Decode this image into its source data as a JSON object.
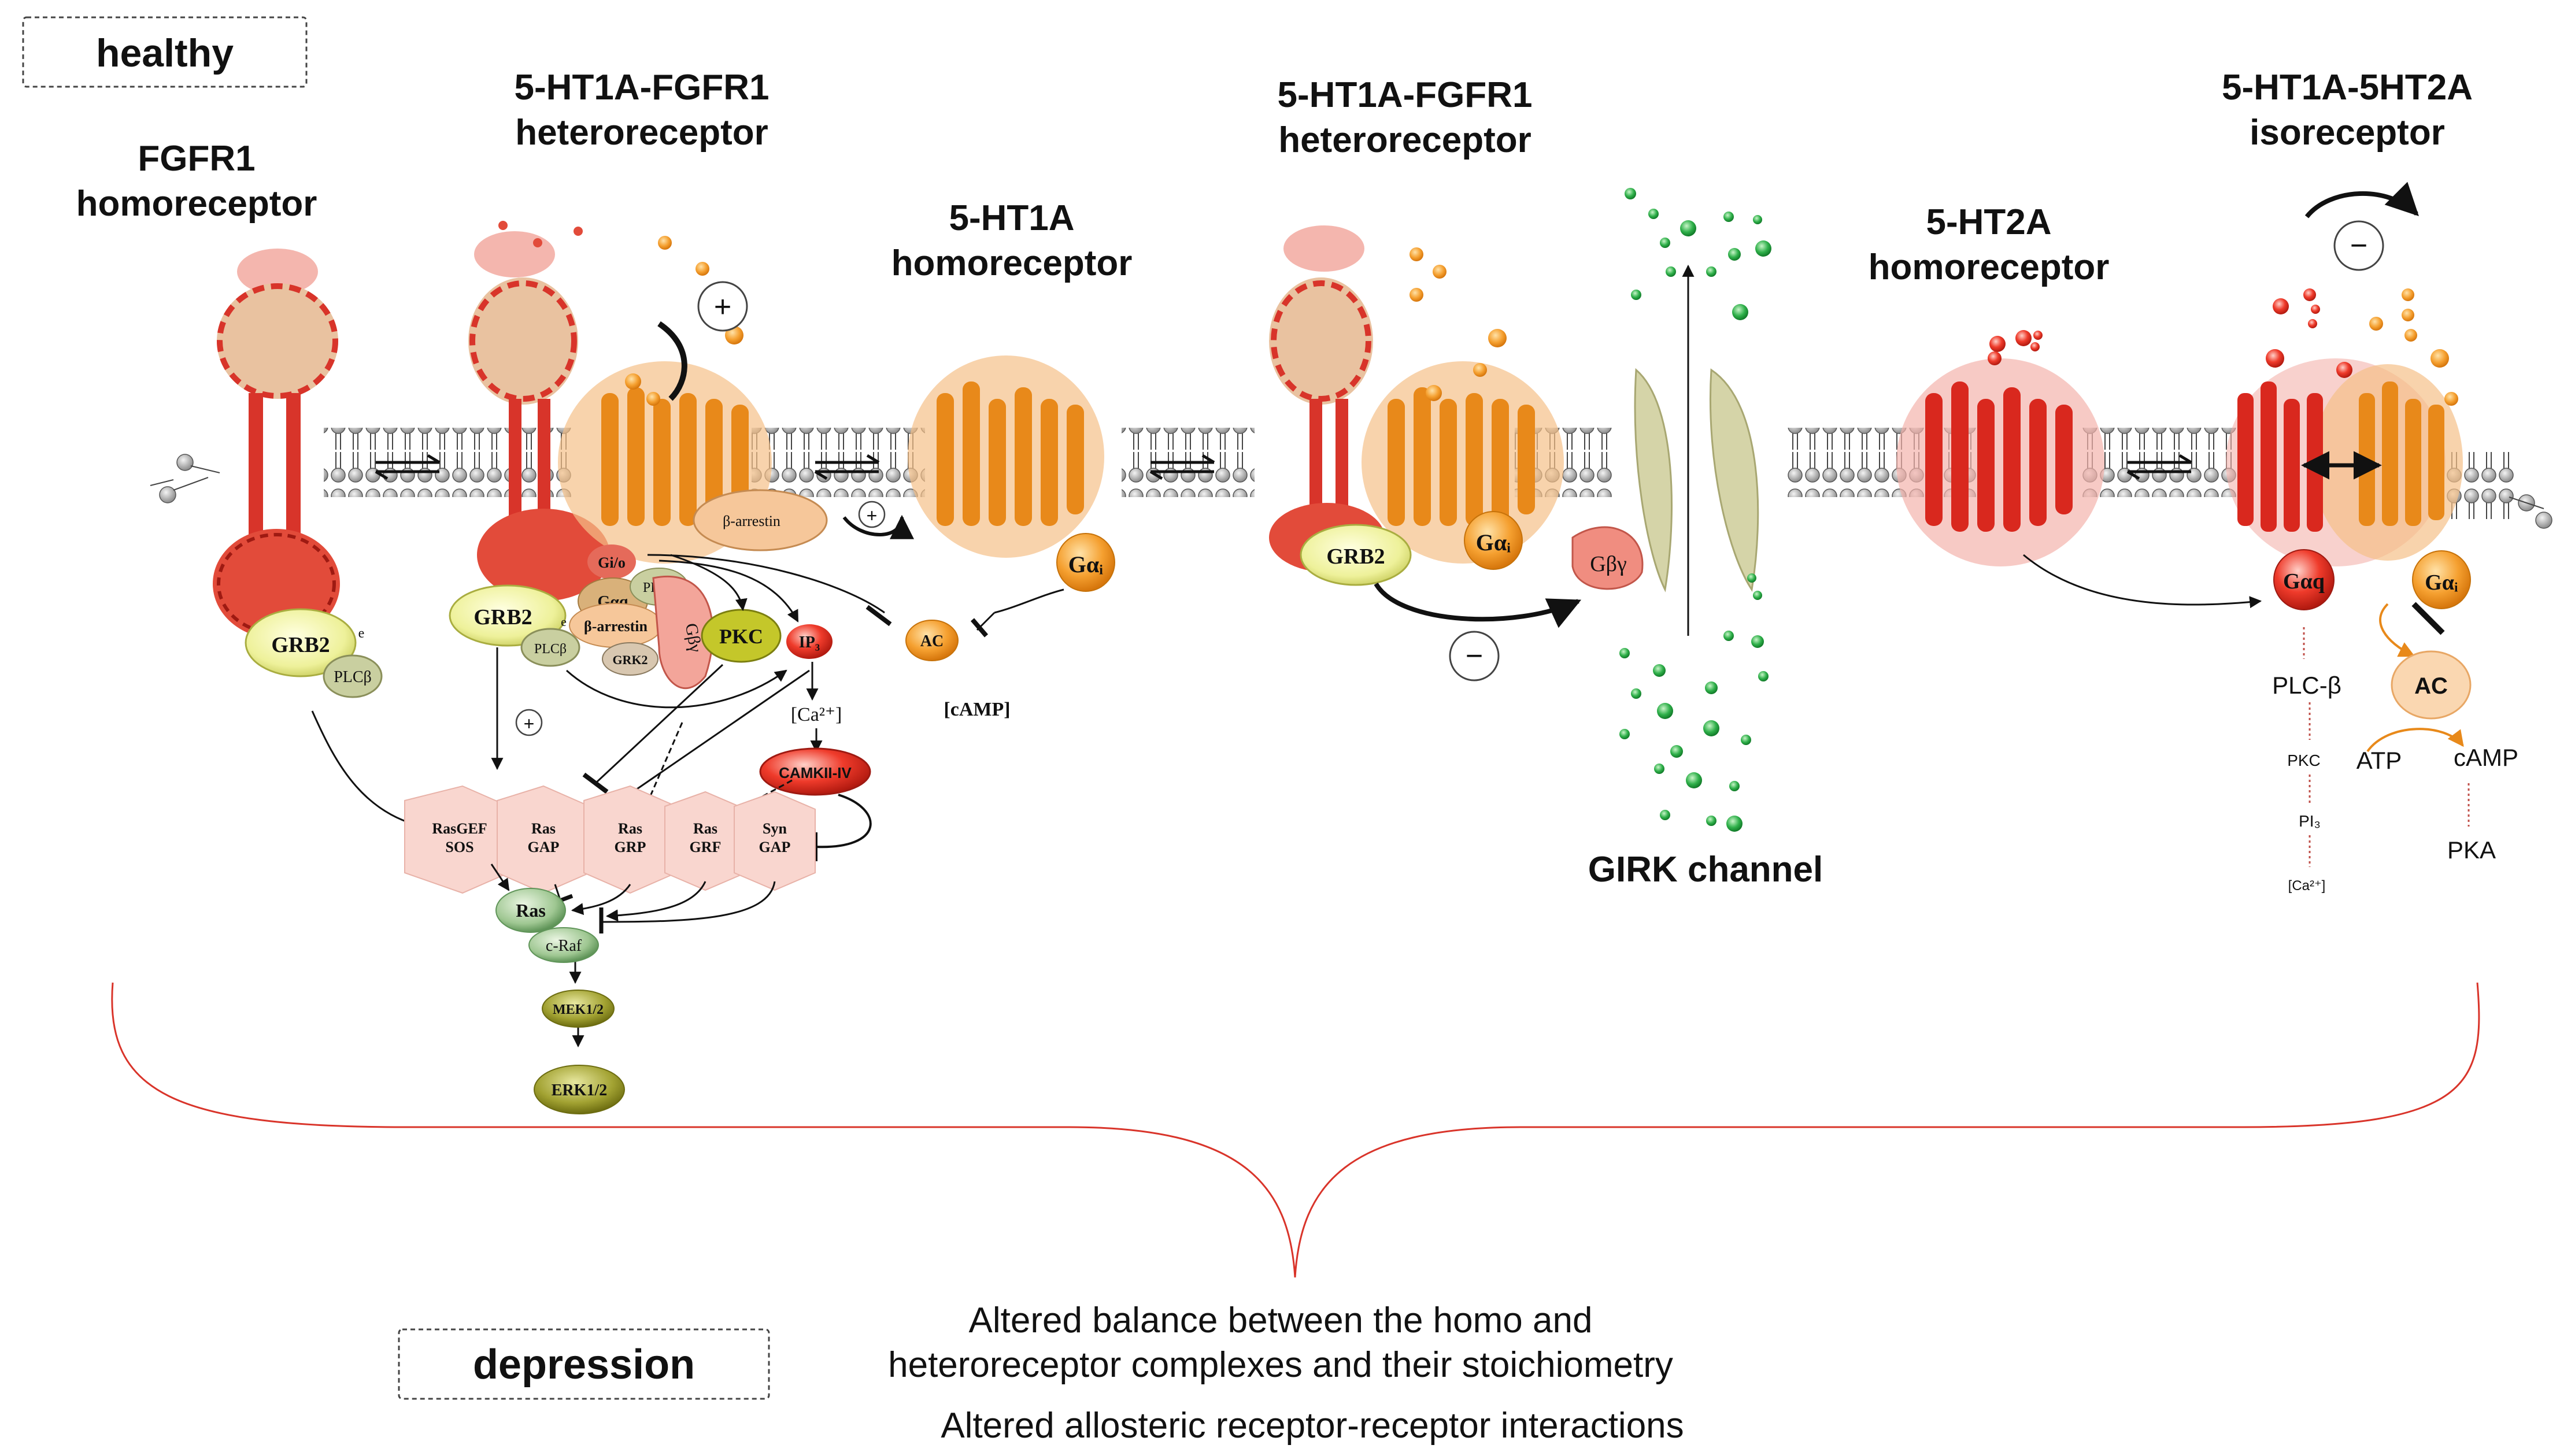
{
  "states": {
    "healthy": "healthy",
    "depression": "depression"
  },
  "receptors": {
    "fgfr1_homo": {
      "line1": "FGFR1",
      "line2": "homoreceptor"
    },
    "hetero1": {
      "line1": "5-HT1A-FGFR1",
      "line2": "heteroreceptor"
    },
    "ht1a_homo": {
      "line1": "5-HT1A",
      "line2": "homoreceptor"
    },
    "hetero2": {
      "line1": "5-HT1A-FGFR1",
      "line2": "heteroreceptor"
    },
    "ht2a_homo": {
      "line1": "5-HT2A",
      "line2": "homoreceptor"
    },
    "iso": {
      "line1": "5-HT1A-5HT2A",
      "line2": "isoreceptor"
    }
  },
  "girk": "GIRK channel",
  "molecules": {
    "grb2": "GRB2",
    "plcb": "PLCβ",
    "e": "e",
    "gio": "Gi/o",
    "gaq": "Gαq",
    "barrestin": "β-arrestin",
    "grk2": "GRK2",
    "gby": "Gβγ",
    "pkc": "PKC",
    "ip3": "IP₃",
    "ca": "[Ca²⁺]",
    "camkii": "CAMKII-IV",
    "ac": "AC",
    "camp_bracket": "[cAMP]",
    "gai": "Gαᵢ",
    "gaq_iso": "Gαq",
    "rasgef": [
      "RasGEF",
      "SOS"
    ],
    "rasgap": [
      "Ras",
      "GAP"
    ],
    "rasgrp": [
      "Ras",
      "GRP"
    ],
    "rasgrf": [
      "Ras",
      "GRF"
    ],
    "syngap": [
      "Syn",
      "GAP"
    ],
    "ras": "Ras",
    "craf": "c-Raf",
    "mek": "MEK1/2",
    "erk": "ERK1/2",
    "plc_b": "PLC-β",
    "pkc_small": "PKC",
    "pi3": "PI₃",
    "ca_small": "[Ca²⁺]",
    "atp": "ATP",
    "camp": "cAMP",
    "pka": "PKA"
  },
  "signs": {
    "plus": "+",
    "minus": "−"
  },
  "footer": {
    "line1": "Altered balance between the homo and",
    "line2": "heteroreceptor complexes and their stoichiometry",
    "line3": "Altered allosteric receptor-receptor interactions"
  },
  "colors": {
    "fgfr_red": "#d8342a",
    "receptor_orange": "#e8891a",
    "ht2a_red": "#d9281e",
    "grb2_yellow": "#eef0a0",
    "plcb_green": "#c9cfa0",
    "pink_box": "#f9d6cf",
    "ras_green": "#a9c99a",
    "olive": "#8a8a1e",
    "ligand_green": "#2aa84a",
    "bracket_red": "#d9342a",
    "girk_tan": "#d5d4a8"
  }
}
